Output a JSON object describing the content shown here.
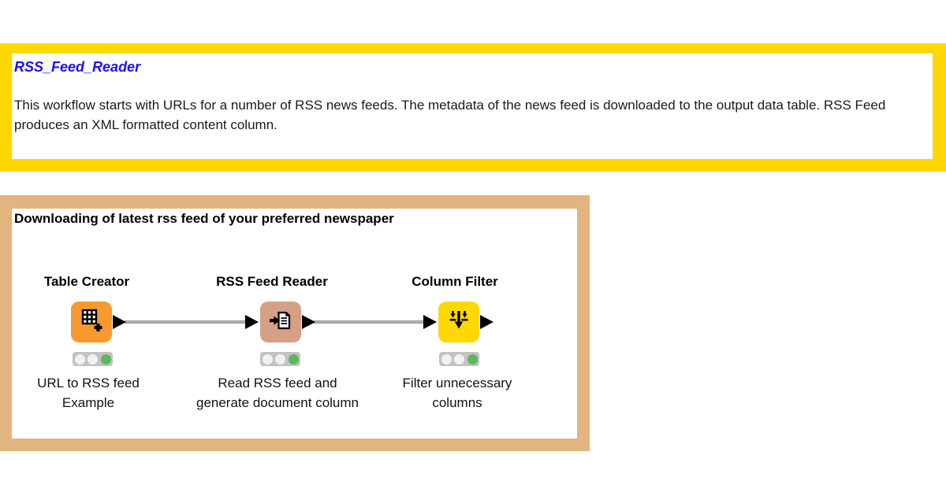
{
  "top_annotation": {
    "title": "RSS_Feed_Reader",
    "title_color": "#1a12ee",
    "border_color": "#ffd800",
    "body": "This workflow starts with URLs for a number of RSS news feeds. The metadata of the news feed is downloaded to the output data table. RSS Feed produces an XML formatted content column."
  },
  "workflow_annotation": {
    "title": "Downloading of latest rss feed of your preferred newspaper",
    "border_color": "#e2b47e"
  },
  "nodes": [
    {
      "name": "Table Creator",
      "type": "source",
      "color": "#f89930",
      "icon": "table-plus-icon",
      "status": "executed",
      "caption_line1": "URL to RSS feed",
      "caption_line2": "Example"
    },
    {
      "name": "RSS Feed Reader",
      "type": "source",
      "color": "#d5a084",
      "icon": "arrow-into-document-icon",
      "status": "executed",
      "caption_line1": "Read RSS feed and",
      "caption_line2": "generate document column"
    },
    {
      "name": "Column Filter",
      "type": "manipulator",
      "color": "#ffd800",
      "icon": "column-filter-arrows-icon",
      "status": "executed",
      "caption_line1": "Filter unnecessary",
      "caption_line2": "columns"
    }
  ],
  "status_colors": {
    "executed_green": "#5cb85c"
  }
}
